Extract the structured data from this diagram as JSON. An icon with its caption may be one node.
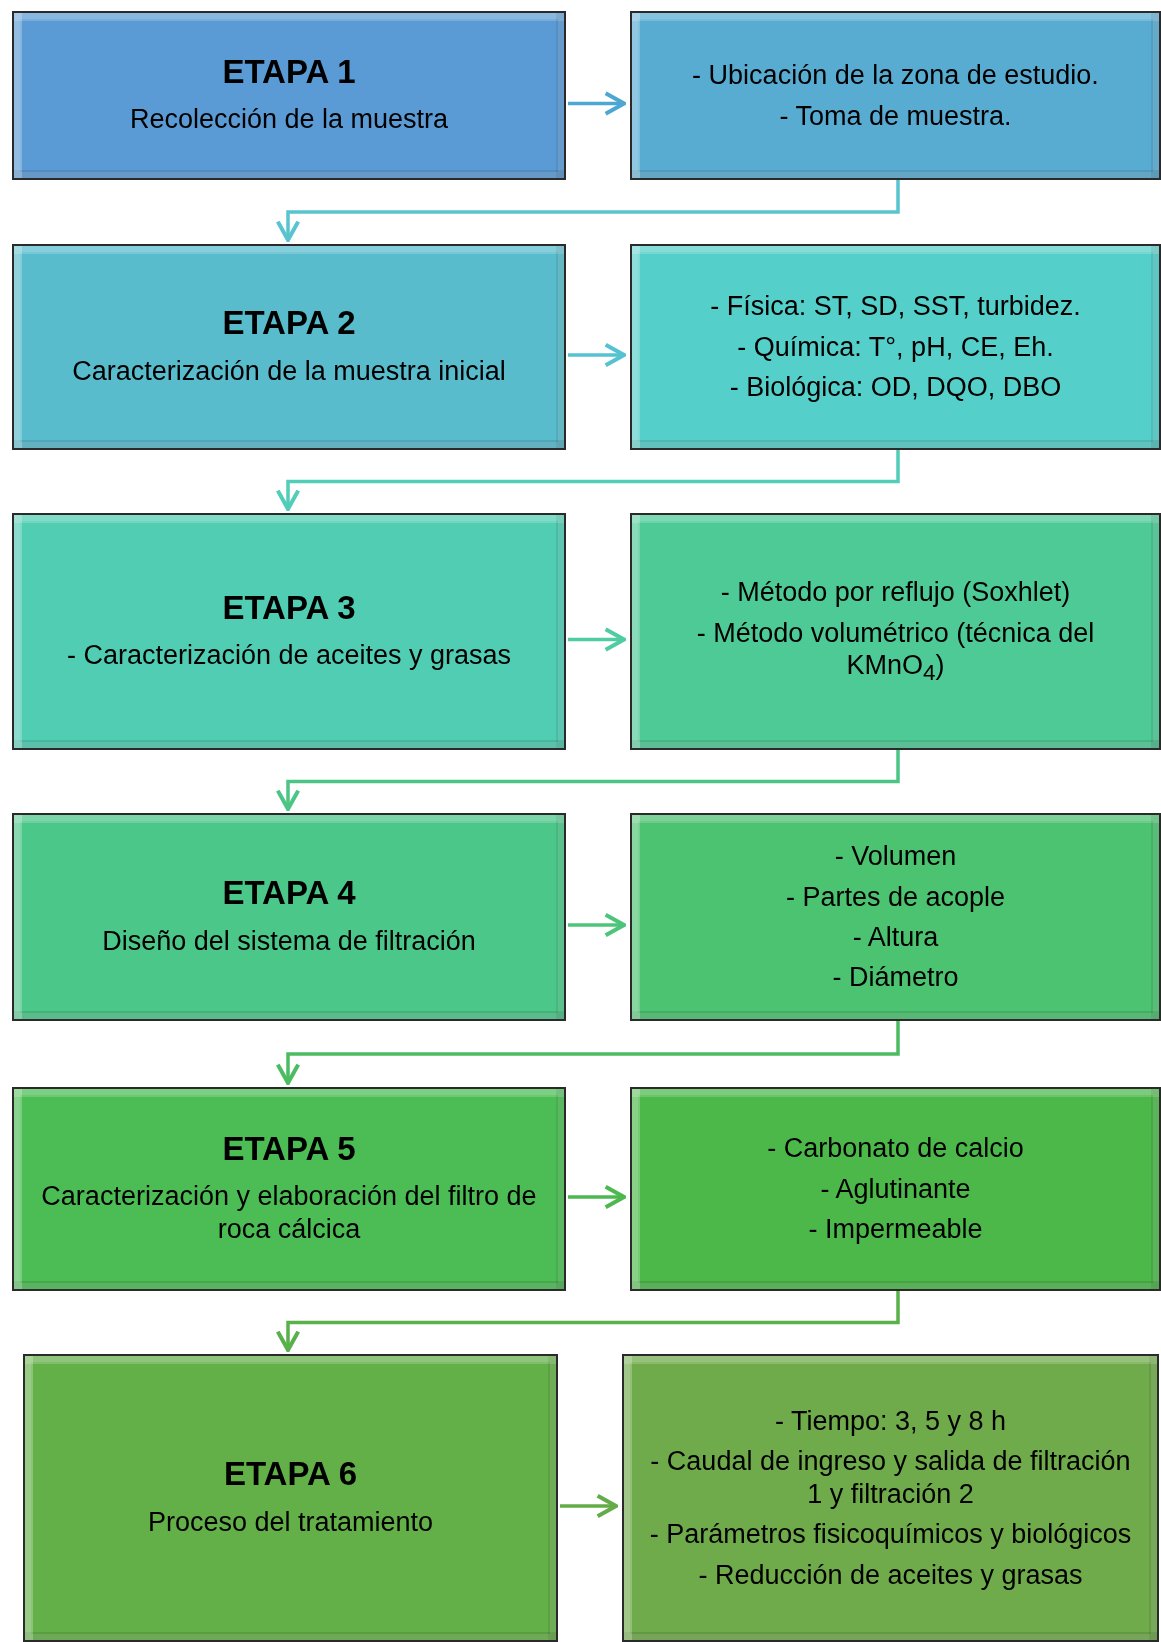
{
  "diagram": {
    "nodes": [
      {
        "text": [
          "ETAPA 1",
          "Recolección de la muestra"
        ]
      },
      {
        "text": [
          "- Ubicación de la zona de estudio.",
          "- Toma de muestra."
        ]
      },
      {
        "text": [
          "ETAPA 2",
          "Caracterización de la muestra inicial"
        ]
      },
      {
        "text": [
          "- Física: ST, SD, SST, turbidez.",
          "- Química: T°, pH, CE, Eh.",
          "- Biológica: OD, DQO, DBO"
        ]
      },
      {
        "text": [
          "ETAPA 3",
          "- Caracterización de aceites y grasas"
        ]
      },
      {
        "text": [
          "- Método por reflujo (Soxhlet)",
          "- Método volumétrico (técnica del KMnO$_{4}$)"
        ]
      },
      {
        "text": [
          "ETAPA 4",
          "Diseño del sistema de filtración"
        ]
      },
      {
        "text": [
          "- Volumen",
          "- Partes de acople",
          "- Altura",
          "- Diámetro"
        ]
      },
      {
        "text": [
          "ETAPA 5",
          "Caracterización y elaboración del filtro de roca cálcica"
        ]
      },
      {
        "text": [
          "- Carbonato de calcio",
          "- Aglutinante",
          "- Impermeable"
        ]
      },
      {
        "text": [
          "ETAPA 6",
          "Proceso del tratamiento"
        ]
      },
      {
        "text": [
          "- Tiempo: 3, 5 y 8 h",
          "- Caudal de ingreso y salida de filtración 1 y filtración 2",
          "- Parámetros fisicoquímicos y biológicos",
          "- Reducción de aceites y grasas"
        ]
      }
    ],
    "edges": [
      {
        "from": 0,
        "to": 1,
        "arrow": "to",
        "color": "#4ea6d2"
      },
      {
        "from": 1,
        "to": 2,
        "arrow": "to",
        "color": "#58c4d0"
      },
      {
        "from": 2,
        "to": 3,
        "arrow": "to",
        "color": "#55c2d2"
      },
      {
        "from": 3,
        "to": 4,
        "arrow": "to",
        "color": "#52cdb8"
      },
      {
        "from": 4,
        "to": 5,
        "arrow": "to",
        "color": "#4fcca2"
      },
      {
        "from": 5,
        "to": 6,
        "arrow": "to",
        "color": "#4cc584"
      },
      {
        "from": 6,
        "to": 7,
        "arrow": "to",
        "color": "#4cc47a"
      },
      {
        "from": 7,
        "to": 8,
        "arrow": "to",
        "color": "#4cbc60"
      },
      {
        "from": 8,
        "to": 9,
        "arrow": "to",
        "color": "#4cb850"
      },
      {
        "from": 9,
        "to": 10,
        "arrow": "to",
        "color": "#5ab04a"
      },
      {
        "from": 10,
        "to": 11,
        "arrow": "to",
        "color": "#64ac48"
      }
    ]
  }
}
